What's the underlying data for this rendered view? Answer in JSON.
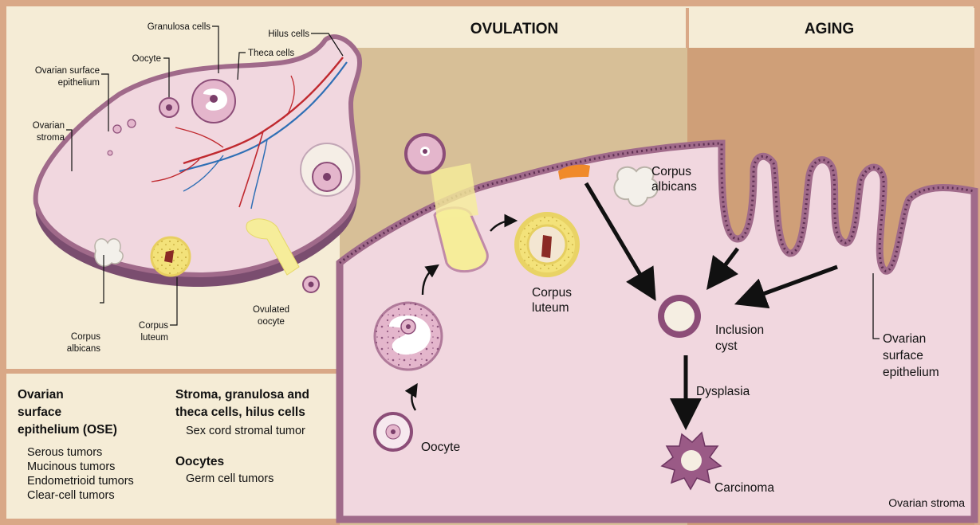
{
  "colors": {
    "cream": "#f5ecd6",
    "ovulation_bg": "#d7bf97",
    "aging_bg": "#cf9f78",
    "stroma": "#f1d7df",
    "epithelium": "#a06a8a",
    "frame": "#d9a887"
  },
  "headers": {
    "ovulation": "OVULATION",
    "aging": "AGING"
  },
  "ovary_labels": {
    "granulosa": "Granulosa cells",
    "hilus": "Hilus cells",
    "oocyte": "Oocyte",
    "theca": "Theca cells",
    "ose_1": "Ovarian  surface",
    "ose_2": "epithelium",
    "stroma_1": "Ovarian",
    "stroma_2": "stroma",
    "albicans_1": "Corpus",
    "albicans_2": "albicans",
    "luteum_1": "Corpus",
    "luteum_2": "luteum",
    "ovulated_1": "Ovulated",
    "ovulated_2": "oocyte"
  },
  "tumor_key": {
    "ose_title_1": "Ovarian",
    "ose_title_2": "surface",
    "ose_title_3": "epithelium (OSE)",
    "ose_items": [
      "Serous tumors",
      "Mucinous tumors",
      "Endometrioid tumors",
      "Clear-cell tumors"
    ],
    "stromal_title_1": "Stroma,  granulosa and",
    "stromal_title_2": "theca cells, hilus cells",
    "stromal_item": "Sex cord stromal tumor",
    "oocyte_title": "Oocytes",
    "oocyte_item": "Germ cell tumors"
  },
  "main_labels": {
    "oocyte": "Oocyte",
    "luteum_1": "Corpus",
    "luteum_2": "luteum",
    "albicans_1": "Corpus",
    "albicans_2": "albicans",
    "inclusion_1": "Inclusion",
    "inclusion_2": "cyst",
    "dysplasia": "Dysplasia",
    "carcinoma": "Carcinoma",
    "ose_1": "Ovarian",
    "ose_2": "surface",
    "ose_3": "epithelium",
    "stroma": "Ovarian stroma"
  }
}
